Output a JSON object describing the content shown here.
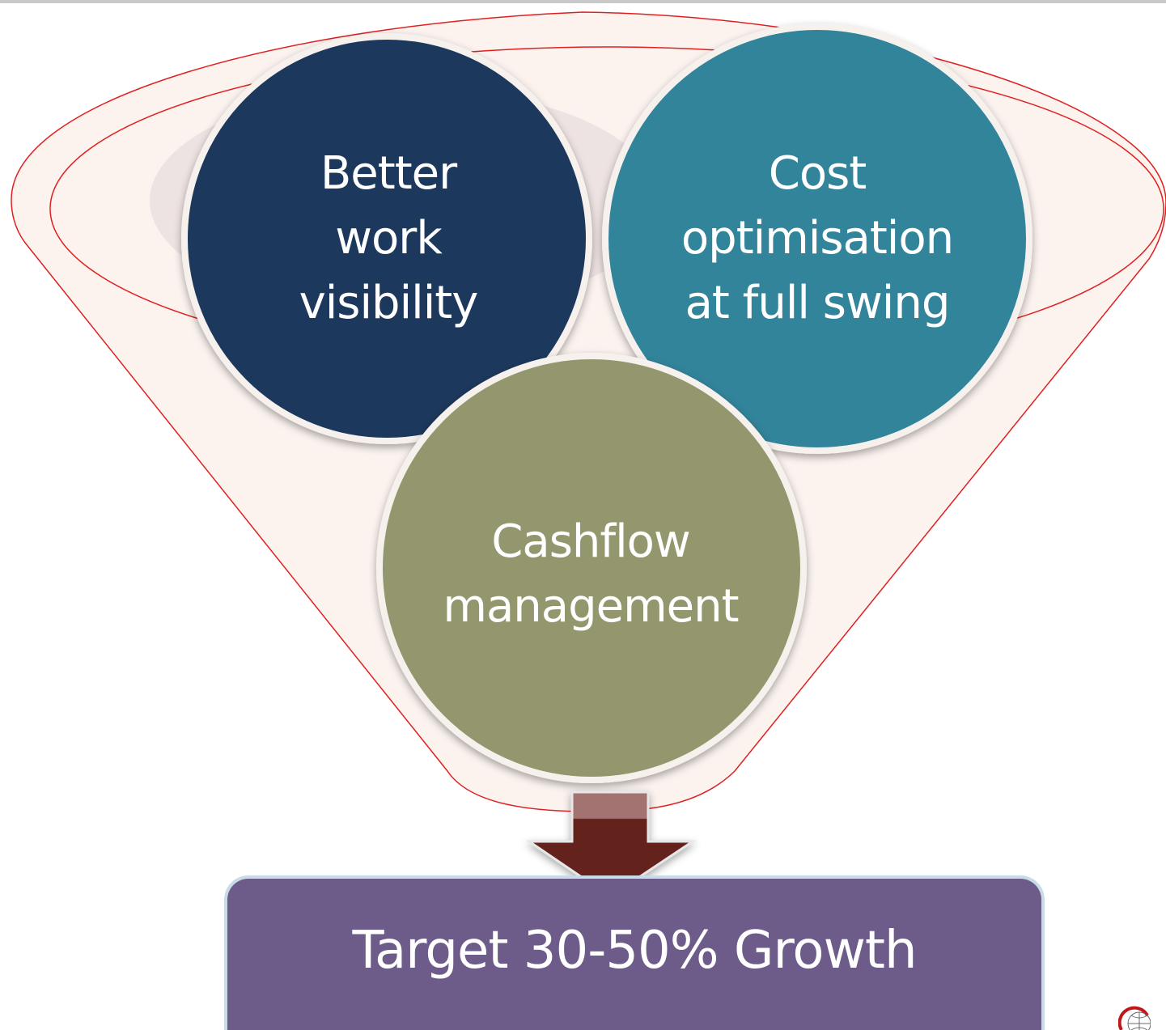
{
  "circles": [
    {
      "name": "visibility",
      "label": "Better\nwork\nvisibility",
      "color": "#1b375c"
    },
    {
      "name": "cost",
      "label": "Cost\noptimisation\nat full swing",
      "color": "#33849b"
    },
    {
      "name": "cashflow",
      "label": "Cashflow\nmanagement",
      "color": "#94976d"
    }
  ],
  "funnel": {
    "outline_color": "#e02020",
    "fill_color": "#fcf3ef",
    "inner_fill_color": "#eee3e3"
  },
  "arrow": {
    "top_color": "#a2736f",
    "body_color": "#63201f"
  },
  "result": {
    "label": "Target 30-50% Growth",
    "color": "#6d5c89"
  },
  "logo": {
    "icon": "globe-logo-icon"
  }
}
